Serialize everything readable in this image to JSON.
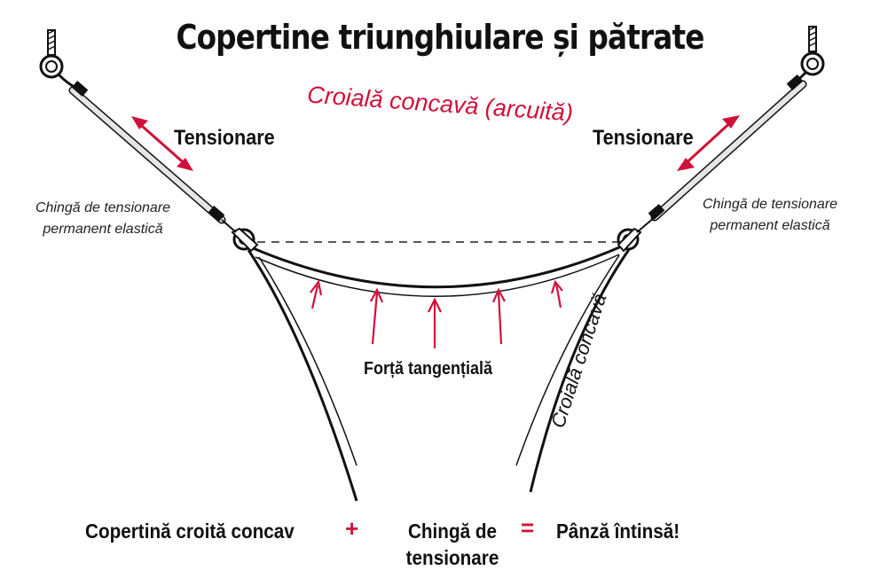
{
  "title": "Copertine triunghiulare și pătrate",
  "labels": {
    "tension_left": "Tensionare",
    "tension_right": "Tensionare",
    "strap_left_line1": "Chingă de tensionare",
    "strap_left_line2": "permanent elastică",
    "strap_right_line1": "Chingă de tensionare",
    "strap_right_line2": "permanent elastică",
    "concave_top": "Croială concavă (arcuită)",
    "concave_side": "Croială concavă",
    "force": "Forță tangențială"
  },
  "equation": {
    "term1": "Copertină croită concav",
    "plus": "+",
    "term2_line1": "Chingă de",
    "term2_line2": "tensionare",
    "equals": "=",
    "result": "Pânză întinsă!"
  },
  "colors": {
    "accent_red": "#d0103a",
    "ink": "#111111",
    "strap": "#e6e6e6"
  }
}
